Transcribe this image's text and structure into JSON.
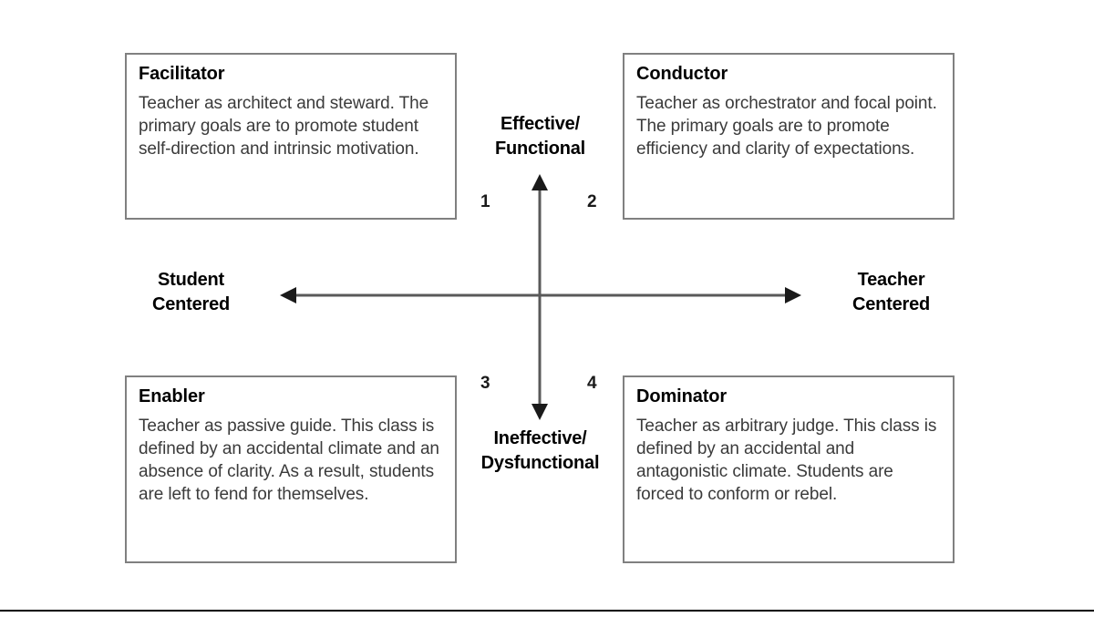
{
  "diagram": {
    "type": "2x2-quadrant-matrix",
    "quadrants": [
      {
        "number": "1",
        "title": "Facilitator",
        "body": "Teacher as architect and steward. The primary goals are to promote student self-direction and intrinsic motivation.",
        "position": "top-left"
      },
      {
        "number": "2",
        "title": "Conductor",
        "body": "Teacher as orchestrator and focal point. The primary goals are to promote efficiency and clarity of expectations.",
        "position": "top-right"
      },
      {
        "number": "3",
        "title": "Enabler",
        "body": "Teacher as passive guide. This class is defined by an accidental climate and an absence of clarity. As a result, students are left to fend for themselves.",
        "position": "bottom-left"
      },
      {
        "number": "4",
        "title": "Dominator",
        "body": "Teacher as arbitrary judge. This class is defined by an accidental and antagonistic climate. Students are forced to conform or rebel.",
        "position": "bottom-right"
      }
    ],
    "axes": {
      "vertical": {
        "top_label": "Effective/\nFunctional",
        "bottom_label": "Ineffective/\nDysfunctional"
      },
      "horizontal": {
        "left_label": "Student\nCentered",
        "right_label": "Teacher\nCentered"
      }
    },
    "colors": {
      "box_border": "#808080",
      "title_text": "#000000",
      "body_text": "#3b3b3b",
      "axis_line": "#595959",
      "arrow_head": "#1a1a1a",
      "rule": "#000000",
      "background": "#ffffff"
    },
    "icons": {
      "arrow_up": "arrow-up-icon",
      "arrow_down": "arrow-down-icon",
      "arrow_left": "arrow-left-icon",
      "arrow_right": "arrow-right-icon"
    }
  }
}
